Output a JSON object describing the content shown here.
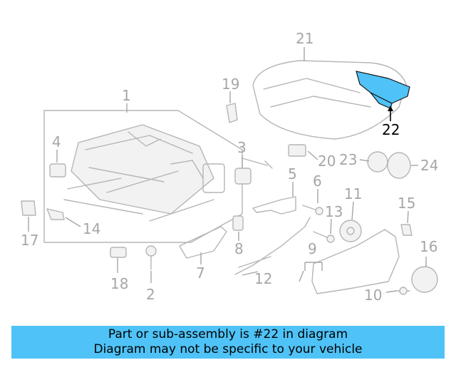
{
  "callouts": {
    "c1": "1",
    "c2": "2",
    "c3": "3",
    "c4": "4",
    "c5": "5",
    "c6": "6",
    "c7": "7",
    "c8": "8",
    "c9": "9",
    "c10": "10",
    "c11": "11",
    "c12": "12",
    "c13": "13",
    "c14": "14",
    "c15": "15",
    "c16": "16",
    "c17": "17",
    "c18": "18",
    "c19": "19",
    "c20": "20",
    "c21": "21",
    "c22": "22",
    "c23": "23",
    "c24": "24"
  },
  "highlight": {
    "part_number": "22",
    "color": "#4fc3f7"
  },
  "banner": {
    "line1": "Part or sub-assembly is #22 in diagram",
    "line2": "Diagram may not be specific to your vehicle",
    "color": "#4fc3f7"
  }
}
